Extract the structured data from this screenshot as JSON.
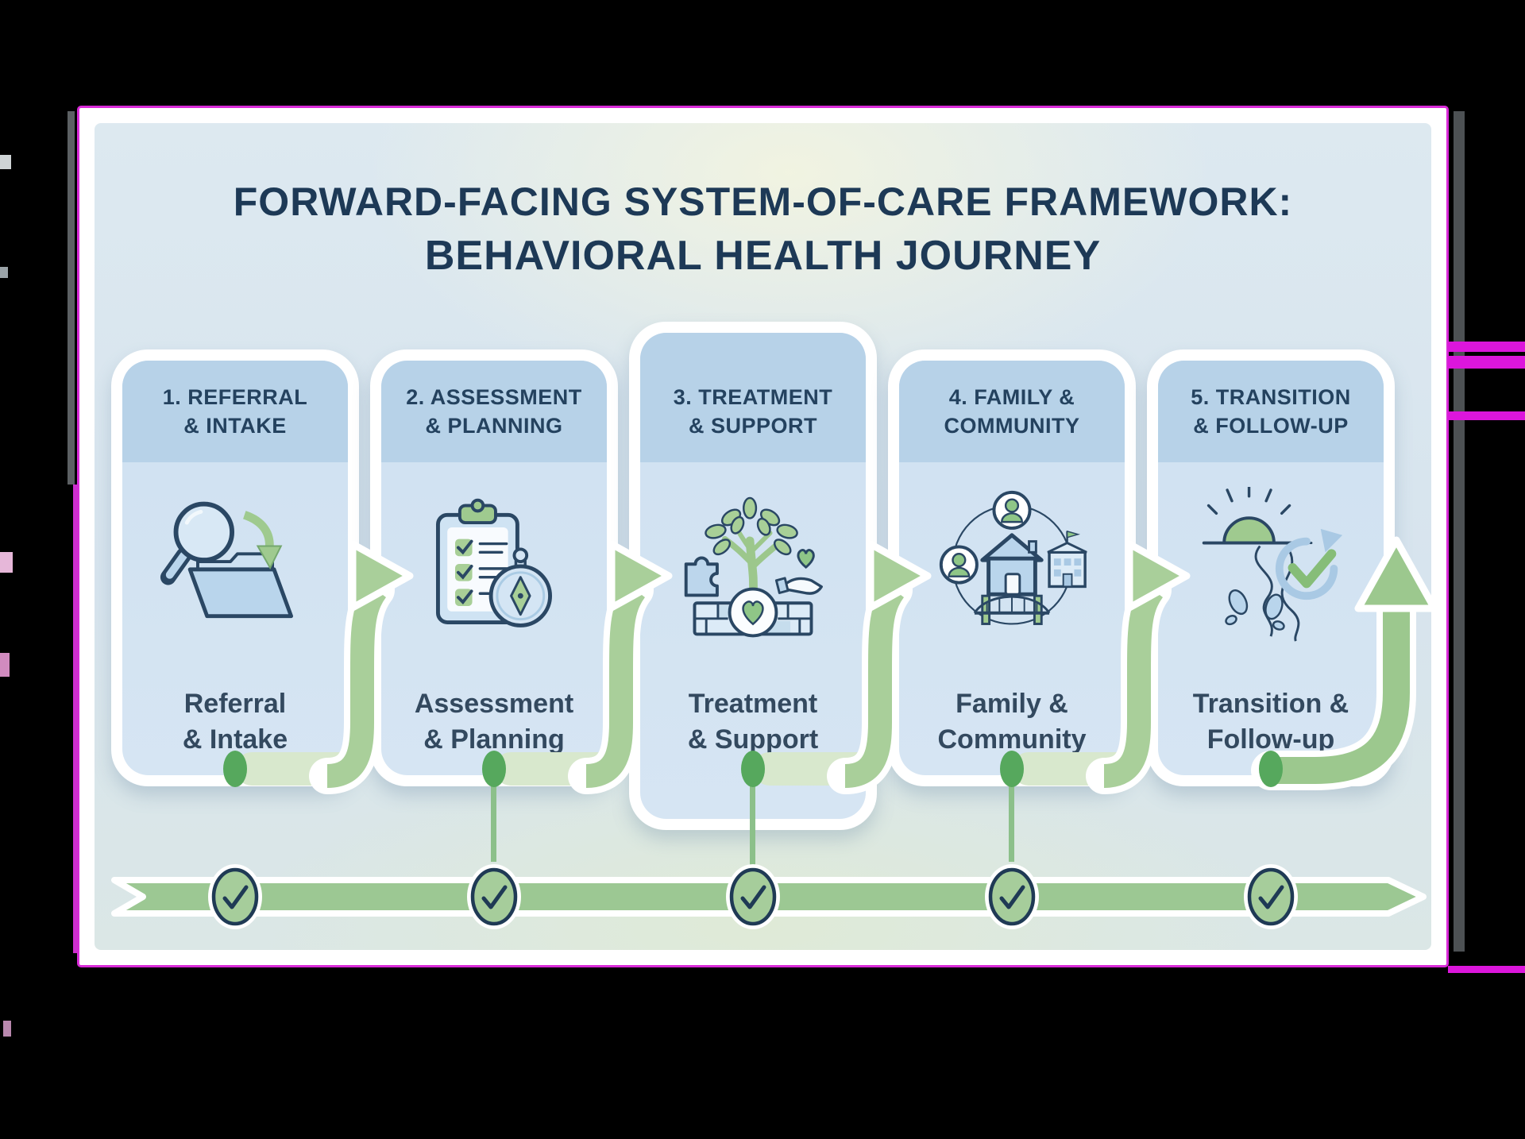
{
  "title": {
    "line1_emphasis": "FORWARD-FACING",
    "line1_rest": " SYSTEM-OF-CARE FRAMEWORK:",
    "line2": "BEHAVIORAL HEALTH JOURNEY"
  },
  "cards": [
    {
      "header_line1": "1. REFERRAL",
      "header_line2": "& INTAKE",
      "label_line1": "Referral",
      "label_line2": "& Intake",
      "icon": "magnifier-folder-icon"
    },
    {
      "header_line1": "2. ASSESSMENT",
      "header_line2": "& PLANNING",
      "label_line1": "Assessment",
      "label_line2": "& Planning",
      "icon": "clipboard-compass-icon"
    },
    {
      "header_line1": "3. TREATMENT",
      "header_line2": "& SUPPORT",
      "label_line1": "Treatment",
      "label_line2": "& Support",
      "icon": "growth-tree-icon"
    },
    {
      "header_line1": "4. FAMILY &",
      "header_line2": "COMMUNITY",
      "label_line1": "Family &",
      "label_line2": "Community",
      "icon": "family-community-icon"
    },
    {
      "header_line1": "5. TRANSITION",
      "header_line2": "& FOLLOW-UP",
      "label_line1": "Transition &",
      "label_line2": "Follow-up",
      "icon": "sunrise-path-icon"
    }
  ],
  "timeline": {
    "steps": [
      {
        "state": "checked",
        "icon": "checkmark-icon"
      },
      {
        "state": "checked",
        "icon": "checkmark-icon"
      },
      {
        "state": "checked",
        "icon": "checkmark-icon"
      },
      {
        "state": "checked",
        "icon": "checkmark-icon"
      },
      {
        "state": "checked",
        "icon": "checkmark-icon"
      }
    ]
  },
  "colors": {
    "background": "#000000",
    "frame_border_magenta": "#d92ad8",
    "panel_background": "#dde9f0",
    "card_body": "#cfe1f1",
    "card_header": "#b7d2e8",
    "heading_text": "#1d3956",
    "label_text": "#33495f",
    "arrow_green": "#a9cf9a",
    "timeline_green": "#9cc893",
    "dot_green": "#56a85d",
    "check_navy": "#1f3a55"
  }
}
